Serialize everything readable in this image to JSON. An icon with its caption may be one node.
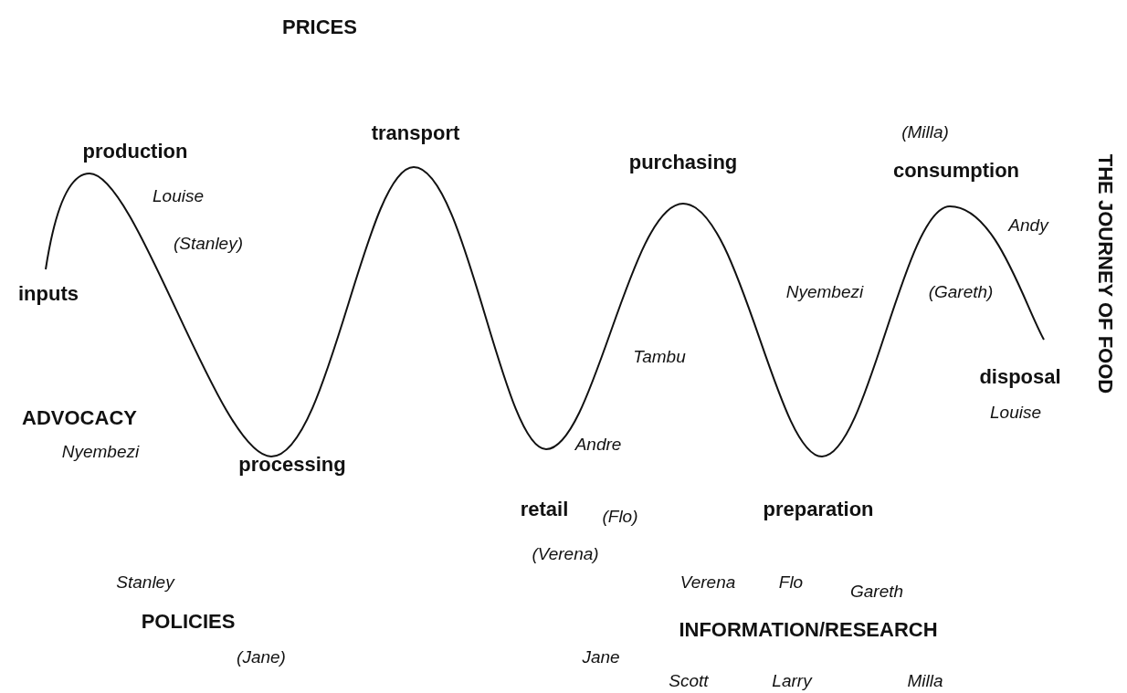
{
  "diagram": {
    "title": "THE JOURNEY OF FOOD",
    "labels": [
      "PRICES",
      "(Milla)",
      "transport",
      "production",
      "purchasing",
      "consumption",
      "Louise",
      "Andy",
      "(Stanley)",
      "inputs",
      "Nyembezi",
      "(Gareth)",
      "Tambu",
      "disposal",
      "Louise",
      "ADVOCACY",
      "Andre",
      "Nyembezi",
      "processing",
      "retail",
      "preparation",
      "(Flo)",
      "(Verena)",
      "Stanley",
      "Verena",
      "Flo",
      "Gareth",
      "POLICIES",
      "INFORMATION/RESEARCH",
      "(Jane)",
      "Jane",
      "Scott",
      "Larry",
      "Milla"
    ]
  }
}
